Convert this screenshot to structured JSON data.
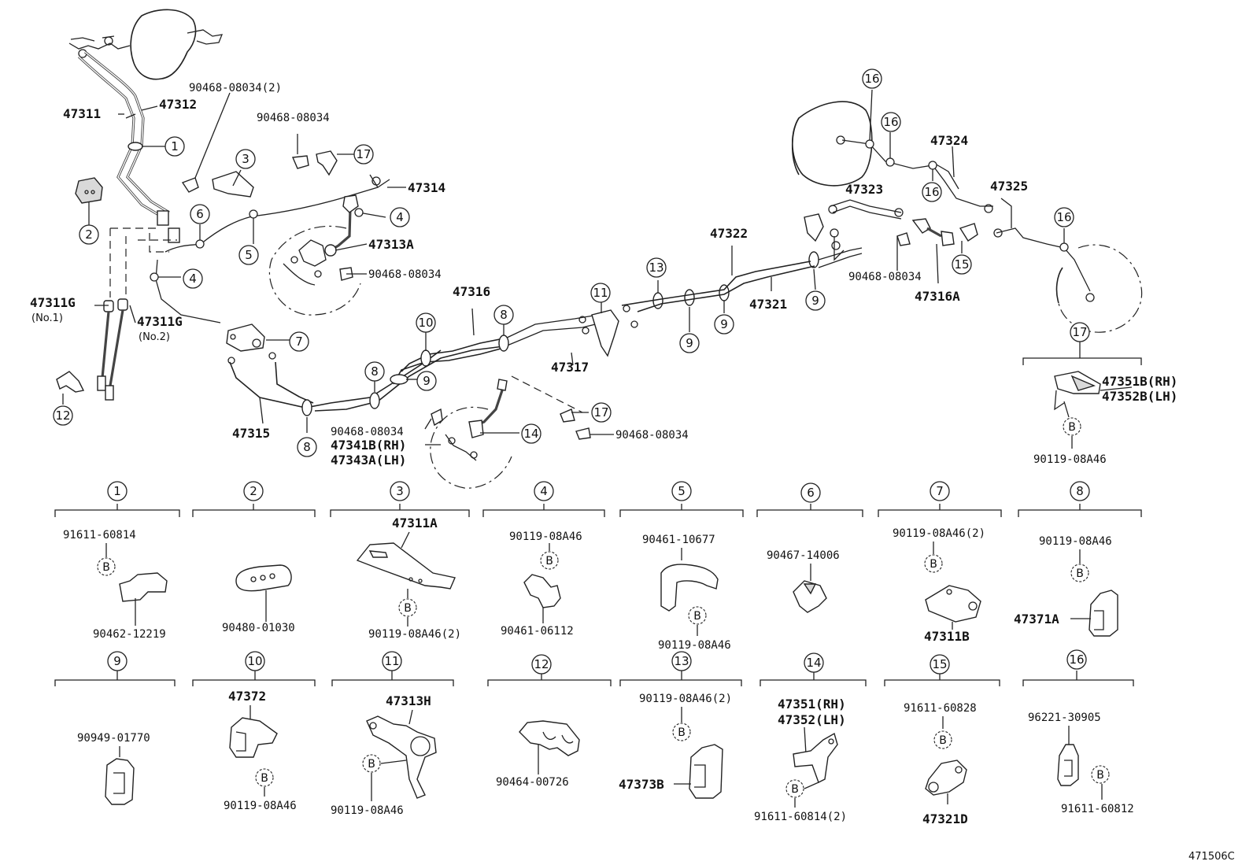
{
  "labels": {
    "p47311": "47311",
    "p47312": "47312",
    "p47311G_1": "47311G",
    "no1": "(No.1)",
    "p47311G_2": "47311G",
    "no2": "(No.2)",
    "p90468_2": "90468-08034(2)",
    "p90468_a": "90468-08034",
    "p47314": "47314",
    "p47313A": "47313A",
    "p90468_b": "90468-08034",
    "p47316": "47316",
    "p47317": "47317",
    "p47315": "47315",
    "p90468_c": "90468-08034",
    "p47341B": "47341B(RH)",
    "p47343A": "47343A(LH)",
    "p90468_d": "90468-08034",
    "p47322": "47322",
    "p47321": "47321",
    "p47323": "47323",
    "p90468_e": "90468-08034",
    "p47316A": "47316A",
    "p47324": "47324",
    "p47325": "47325",
    "p47351B": "47351B(RH)",
    "p47352B": "47352B(LH)",
    "p90119_top": "90119-08A46",
    "ref_code": "471506C"
  },
  "callouts": {
    "c1": "1",
    "c2": "2",
    "c3": "3",
    "c4": "4",
    "c5": "5",
    "c6": "6",
    "c7": "7",
    "c8": "8",
    "c9": "9",
    "c10": "10",
    "c11": "11",
    "c12": "12",
    "c13": "13",
    "c14": "14",
    "c15": "15",
    "c16": "16",
    "c17": "17",
    "b": "B"
  },
  "detail_row1": {
    "d1": {
      "num": "1",
      "top": "91611-60814",
      "bottom": "90462-12219"
    },
    "d2": {
      "num": "2",
      "bottom": "90480-01030"
    },
    "d3": {
      "num": "3",
      "top": "47311A",
      "bottom": "90119-08A46(2)"
    },
    "d4": {
      "num": "4",
      "top": "90119-08A46",
      "bottom": "90461-06112"
    },
    "d5": {
      "num": "5",
      "top": "90461-10677",
      "bottom": "90119-08A46"
    },
    "d6": {
      "num": "6",
      "top": "90467-14006"
    },
    "d7": {
      "num": "7",
      "top": "90119-08A46(2)",
      "bottom": "47311B"
    },
    "d8": {
      "num": "8",
      "top": "90119-08A46",
      "side": "47371A"
    }
  },
  "detail_row2": {
    "d9": {
      "num": "9",
      "top": "90949-01770"
    },
    "d10": {
      "num": "10",
      "top": "47372",
      "bottom": "90119-08A46"
    },
    "d11": {
      "num": "11",
      "top": "47313H",
      "bottom": "90119-08A46"
    },
    "d12": {
      "num": "12",
      "bottom": "90464-00726"
    },
    "d13": {
      "num": "13",
      "top": "90119-08A46(2)",
      "side": "47373B"
    },
    "d14": {
      "num": "14",
      "top1": "47351(RH)",
      "top2": "47352(LH)",
      "bottom": "91611-60814(2)"
    },
    "d15": {
      "num": "15",
      "top": "91611-60828",
      "bottom": "47321D"
    },
    "d16": {
      "num": "16",
      "top": "96221-30905",
      "bottom": "91611-60812"
    }
  }
}
